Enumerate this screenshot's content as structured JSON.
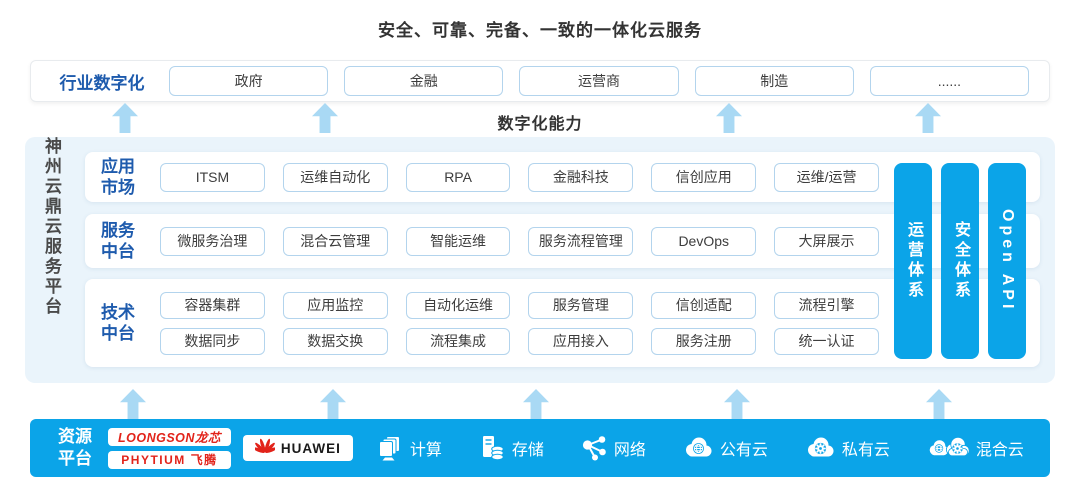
{
  "title": "安全、可靠、完备、一致的一体化云服务",
  "capability_label": "数字化能力",
  "colors": {
    "accent_blue": "#0ba4e8",
    "arrow_blue": "#a9d9f4",
    "panel_bg": "#eaf4fb",
    "box_border_blue": "#b3d4ed",
    "label_blue": "#1e5bad",
    "logo_red": "#e2231a"
  },
  "industry": {
    "label": "行业数字化",
    "items": [
      "政府",
      "金融",
      "运营商",
      "制造",
      "......"
    ]
  },
  "platform": {
    "side_label": "神州云鼎云服务平台",
    "rows": [
      {
        "label_lines": [
          "应用",
          "市场"
        ],
        "boxes": [
          "ITSM",
          "运维自动化",
          "RPA",
          "金融科技",
          "信创应用",
          "运维/运营"
        ]
      },
      {
        "label_lines": [
          "服务",
          "中台"
        ],
        "boxes": [
          "微服务治理",
          "混合云管理",
          "智能运维",
          "服务流程管理",
          "DevOps",
          "大屏展示"
        ]
      },
      {
        "label_lines": [
          "技术",
          "中台"
        ],
        "boxes_top": [
          "容器集群",
          "应用监控",
          "自动化运维",
          "服务管理",
          "信创适配",
          "流程引擎"
        ],
        "boxes_bottom": [
          "数据同步",
          "数据交换",
          "流程集成",
          "应用接入",
          "服务注册",
          "统一认证"
        ]
      }
    ],
    "pillars": [
      "运营体系",
      "安全体系",
      "Open API"
    ]
  },
  "resources": {
    "label_lines": [
      "资源",
      "平台"
    ],
    "logos": {
      "loongson": "LOONGSON龙芯",
      "phytium": "PHYTIUM 飞腾",
      "huawei": "HUAWEI"
    },
    "items": [
      {
        "icon": "compute-icon",
        "label": "计算"
      },
      {
        "icon": "storage-icon",
        "label": "存储"
      },
      {
        "icon": "network-icon",
        "label": "网络"
      },
      {
        "icon": "public-cloud-icon",
        "label": "公有云"
      },
      {
        "icon": "private-cloud-icon",
        "label": "私有云"
      },
      {
        "icon": "hybrid-cloud-icon",
        "label": "混合云"
      }
    ]
  }
}
